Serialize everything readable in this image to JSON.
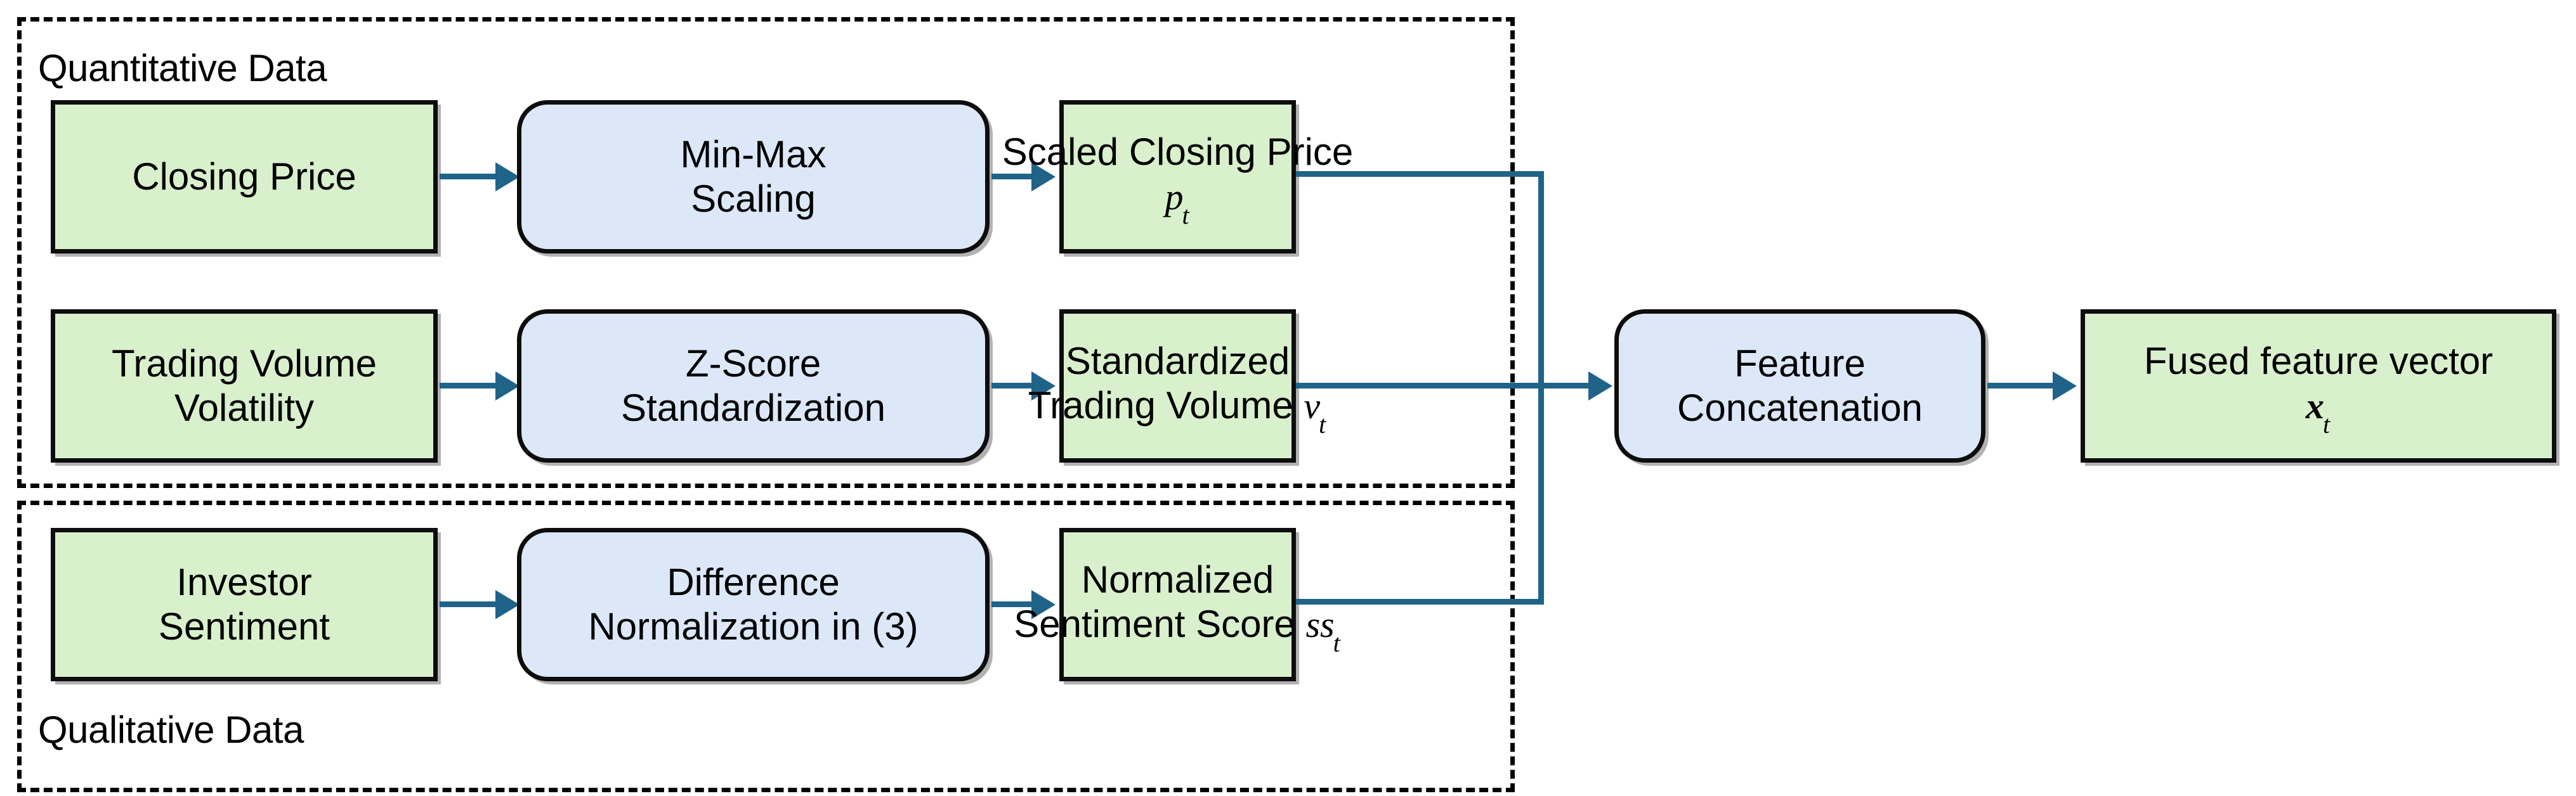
{
  "diagram": {
    "title": "Feature fusion preprocessing pipeline",
    "colors": {
      "data_node_fill": "#d9f0cc",
      "process_node_fill": "#dce8f8",
      "node_border": "#0d0d0d",
      "connector": "#1f6389",
      "group_border": "#000000",
      "background": "#ffffff"
    }
  },
  "groups": [
    {
      "id": "quantitative",
      "label": "Quantitative Data",
      "label_position": "top-left"
    },
    {
      "id": "qualitative",
      "label": "Qualitative Data",
      "label_position": "bottom-left"
    }
  ],
  "nodes": {
    "closing_price": {
      "kind": "data",
      "lines": [
        "Closing Price"
      ]
    },
    "min_max_scaling": {
      "kind": "process",
      "lines": [
        "Min-Max",
        "Scaling"
      ]
    },
    "scaled_closing_price": {
      "kind": "data",
      "lines": [
        "Scaled Closing Price"
      ],
      "symbol": "p",
      "subscript": "t"
    },
    "trading_volume": {
      "kind": "data",
      "lines": [
        "Trading Volume",
        "Volatility"
      ]
    },
    "z_score": {
      "kind": "process",
      "lines": [
        "Z-Score",
        "Standardization"
      ]
    },
    "standardized_volume": {
      "kind": "data",
      "lines": [
        "Standardized",
        "Trading Volume"
      ],
      "symbol": "v",
      "subscript": "t"
    },
    "investor_sentiment": {
      "kind": "data",
      "lines": [
        "Investor",
        "Sentiment"
      ]
    },
    "difference_norm": {
      "kind": "process",
      "lines": [
        "Difference",
        "Normalization in (3)"
      ]
    },
    "normalized_sentiment": {
      "kind": "data",
      "lines": [
        "Normalized",
        "Sentiment Score"
      ],
      "symbol": "ss",
      "subscript": "t"
    },
    "feature_concatenation": {
      "kind": "process",
      "lines": [
        "Feature",
        "Concatenation"
      ]
    },
    "fused_vector": {
      "kind": "data",
      "lines": [
        "Fused feature vector"
      ],
      "symbol": "x",
      "subscript": "t",
      "symbol_bold": true
    }
  },
  "edges": [
    {
      "from": "closing_price",
      "to": "min_max_scaling"
    },
    {
      "from": "min_max_scaling",
      "to": "scaled_closing_price"
    },
    {
      "from": "trading_volume",
      "to": "z_score"
    },
    {
      "from": "z_score",
      "to": "standardized_volume"
    },
    {
      "from": "investor_sentiment",
      "to": "difference_norm"
    },
    {
      "from": "difference_norm",
      "to": "normalized_sentiment"
    },
    {
      "from": "scaled_closing_price",
      "to": "feature_concatenation",
      "routing": "merge-rail"
    },
    {
      "from": "standardized_volume",
      "to": "feature_concatenation",
      "routing": "merge-rail"
    },
    {
      "from": "normalized_sentiment",
      "to": "feature_concatenation",
      "routing": "merge-rail"
    },
    {
      "from": "feature_concatenation",
      "to": "fused_vector"
    }
  ]
}
